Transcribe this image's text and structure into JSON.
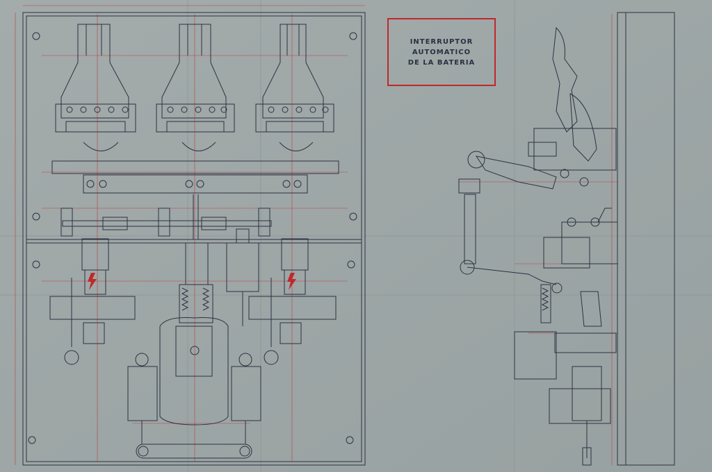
{
  "title": {
    "lines": [
      "INTERRUPTOR",
      "AUTOMATICO",
      "DE LA BATERIA"
    ]
  },
  "colors": {
    "paper": "#9ea7a6",
    "ink": "#2c3242",
    "red_construction": "#c0282a",
    "fold": "#8f9897"
  },
  "icons": {
    "high_voltage": "lightning-bolt"
  }
}
